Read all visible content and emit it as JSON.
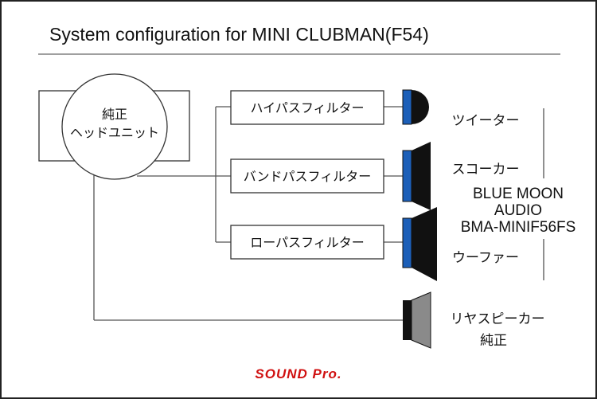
{
  "title": "System configuration for MINI CLUBMAN(F54)",
  "head_unit": {
    "line1": "純正",
    "line2": "ヘッドユニット"
  },
  "filters": {
    "high_pass": "ハイパスフィルター",
    "band_pass": "バンドパスフィルター",
    "low_pass": "ローパスフィルター"
  },
  "speakers": {
    "tweeter": "ツイーター",
    "squawker": "スコーカー",
    "woofer": "ウーファー",
    "rear_line1": "リヤスピーカー",
    "rear_line2": "純正"
  },
  "product": {
    "line1": "BLUE MOON",
    "line2": "AUDIO",
    "line3": "BMA-MINIF56FS"
  },
  "brand_logo": "SOUND Pro.",
  "colors": {
    "speaker_blue": "#1c5fb8",
    "rear_gray": "#8a8a8a",
    "logo_red": "#d01010"
  }
}
